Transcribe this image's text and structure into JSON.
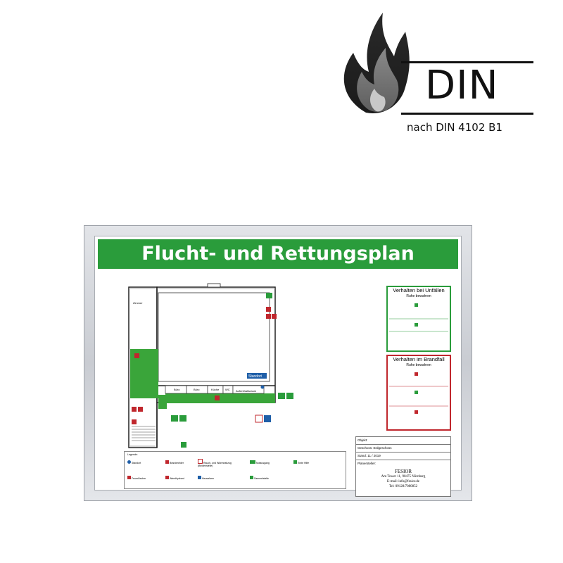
{
  "din_logo": {
    "label": "DIN",
    "subtitle": "nach DIN 4102 B1"
  },
  "sign": {
    "title": "Flucht- und Rettungsplan",
    "rooms": {
      "zimmer": "Zimmer",
      "buero1": "Büro",
      "buero2": "Büro",
      "kueche": "Küche",
      "wc": "WC",
      "aufenthaltsraum": "Aufenthaltsraum",
      "standort": "Standort"
    },
    "box_accident": {
      "title": "Verhalten bei Unfällen",
      "subtitle": "Ruhe bewahren"
    },
    "box_fire": {
      "title": "Verhalten im Brandfall",
      "subtitle": "Ruhe bewahren"
    },
    "info_block": {
      "objekt_label": "Objekt:",
      "geschoss_label": "Geschoss:",
      "geschoss_value": "Erdgeschoss",
      "stand_label": "Stand:",
      "stand_value": "11 / 2019",
      "planersteller_label": "Planersteller:",
      "company_name": "FESIOR",
      "company_street": "Am Tower 11, 90475 Nürnberg",
      "company_email": "E-mail: info@fesior.de",
      "company_phone": "Tel: 09128/7080852"
    },
    "legend": {
      "title": "Legende:",
      "items": [
        "Standort",
        "Brandmelder",
        "Rauch- und Wärmeabzug (Bedienstelle)",
        "Notausgang",
        "Erste Hilfe",
        "Feuerlöscher",
        "Wandhydrant",
        "Hausalarm",
        "Sammelstelle"
      ]
    },
    "colors": {
      "banner_green": "#2a9c3b",
      "fire_red": "#c0272d",
      "standort_blue": "#1f5fa8"
    }
  }
}
